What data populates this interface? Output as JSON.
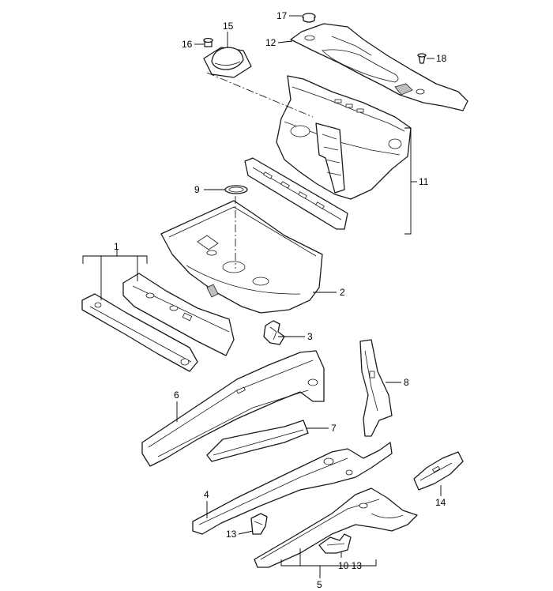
{
  "callouts": {
    "c1": "1",
    "c2": "2",
    "c3": "3",
    "c4": "4",
    "c5": "5",
    "c6": "6",
    "c7": "7",
    "c8": "8",
    "c9": "9",
    "c10_13": "10  13",
    "c11": "11",
    "c12": "12",
    "c13": "13",
    "c14": "14",
    "c15": "15",
    "c16": "16",
    "c17": "17",
    "c18": "18"
  }
}
